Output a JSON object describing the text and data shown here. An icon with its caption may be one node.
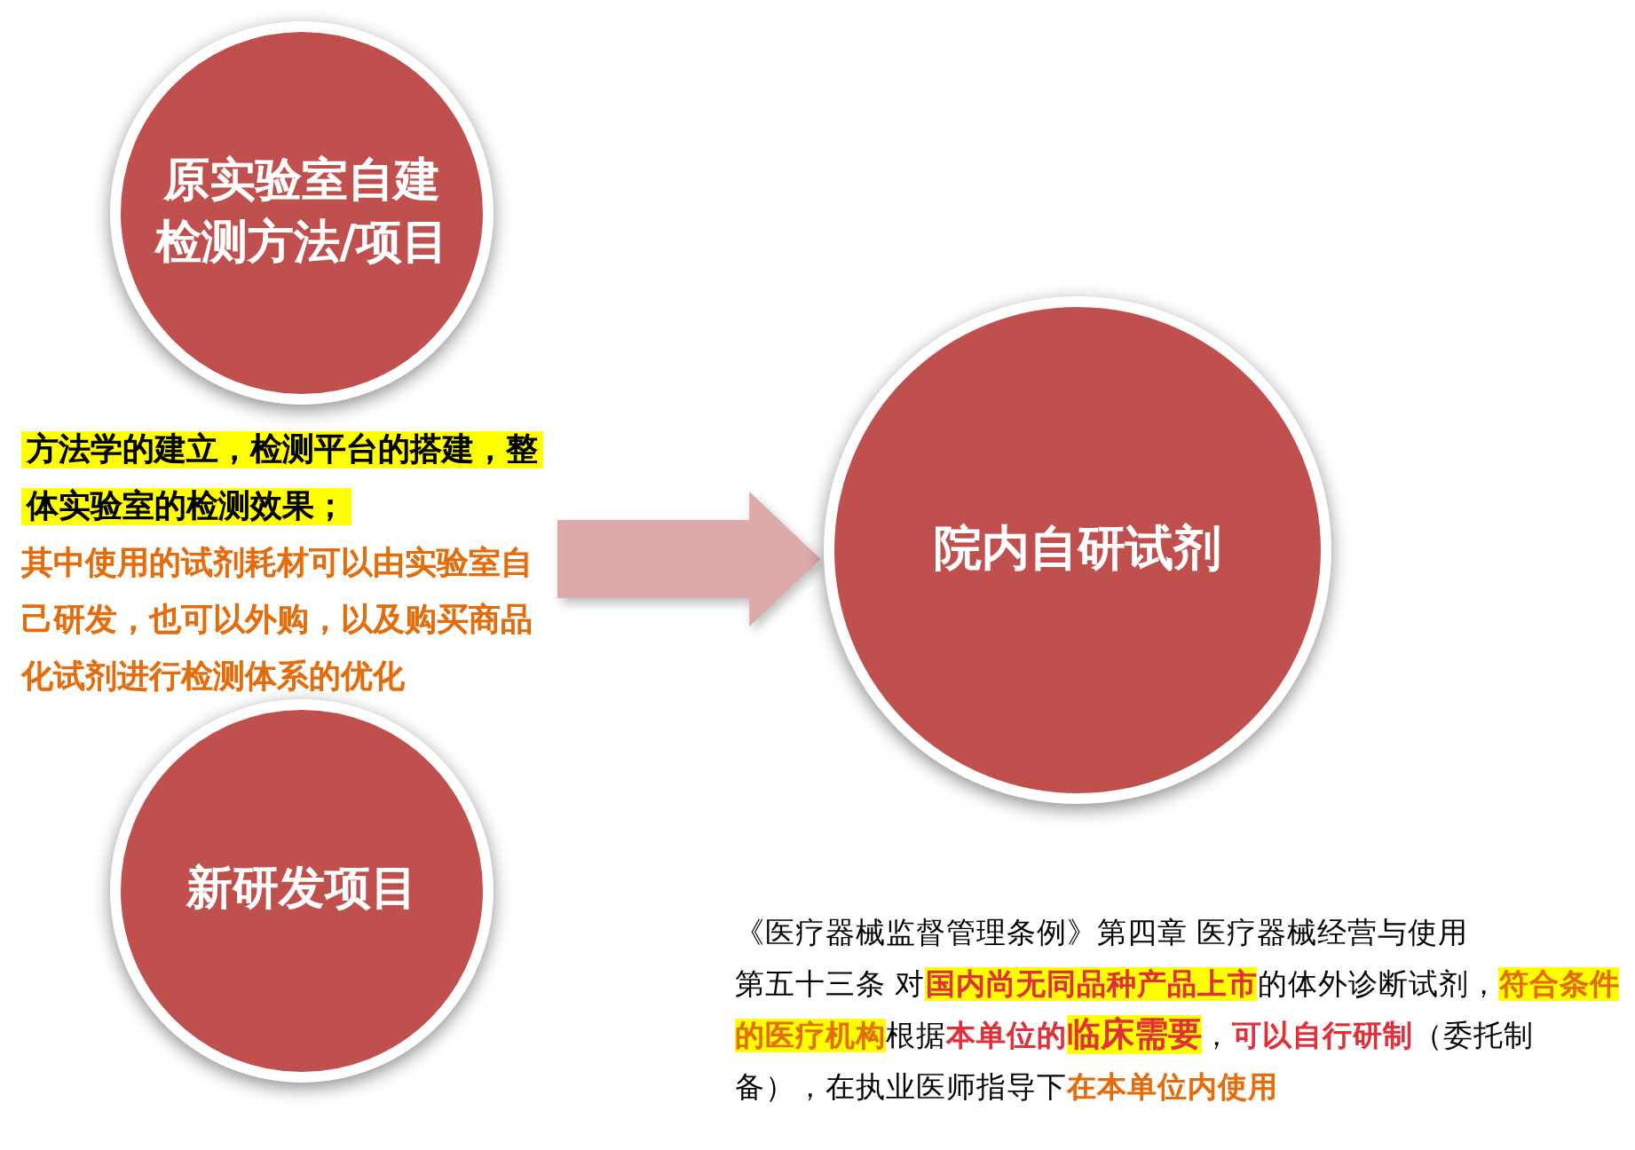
{
  "diagram": {
    "nodes": [
      {
        "text": [
          "原实验室自建检测方法/项目"
        ]
      },
      {
        "text": [
          "新研发项目"
        ]
      },
      {
        "text": [
          "院内自研试剂"
        ]
      },
      {
        "text": [
          "方法学的建立，检测平台的搭建，整体实验室的检测效果；",
          "其中使用的试剂耗材可以由实验室自己研发，也可以外购，以及购买商品化试剂进行检测体系的优化"
        ]
      }
    ],
    "edges": [
      {
        "from": 3,
        "to": 2,
        "arrow": "to",
        "style": "thick"
      }
    ],
    "labels": [
      "《医疗器械监督管理条例》第四章 医疗器械经营与使用",
      "第五十三条 对**国内尚无同品种产品上市**的体外诊断试剂，**符合条件的医疗机构**根据**本单位的****临床需要**，**可以自行研制**（委托制备），在执业医师指导下**在本单位内使用**"
    ]
  }
}
